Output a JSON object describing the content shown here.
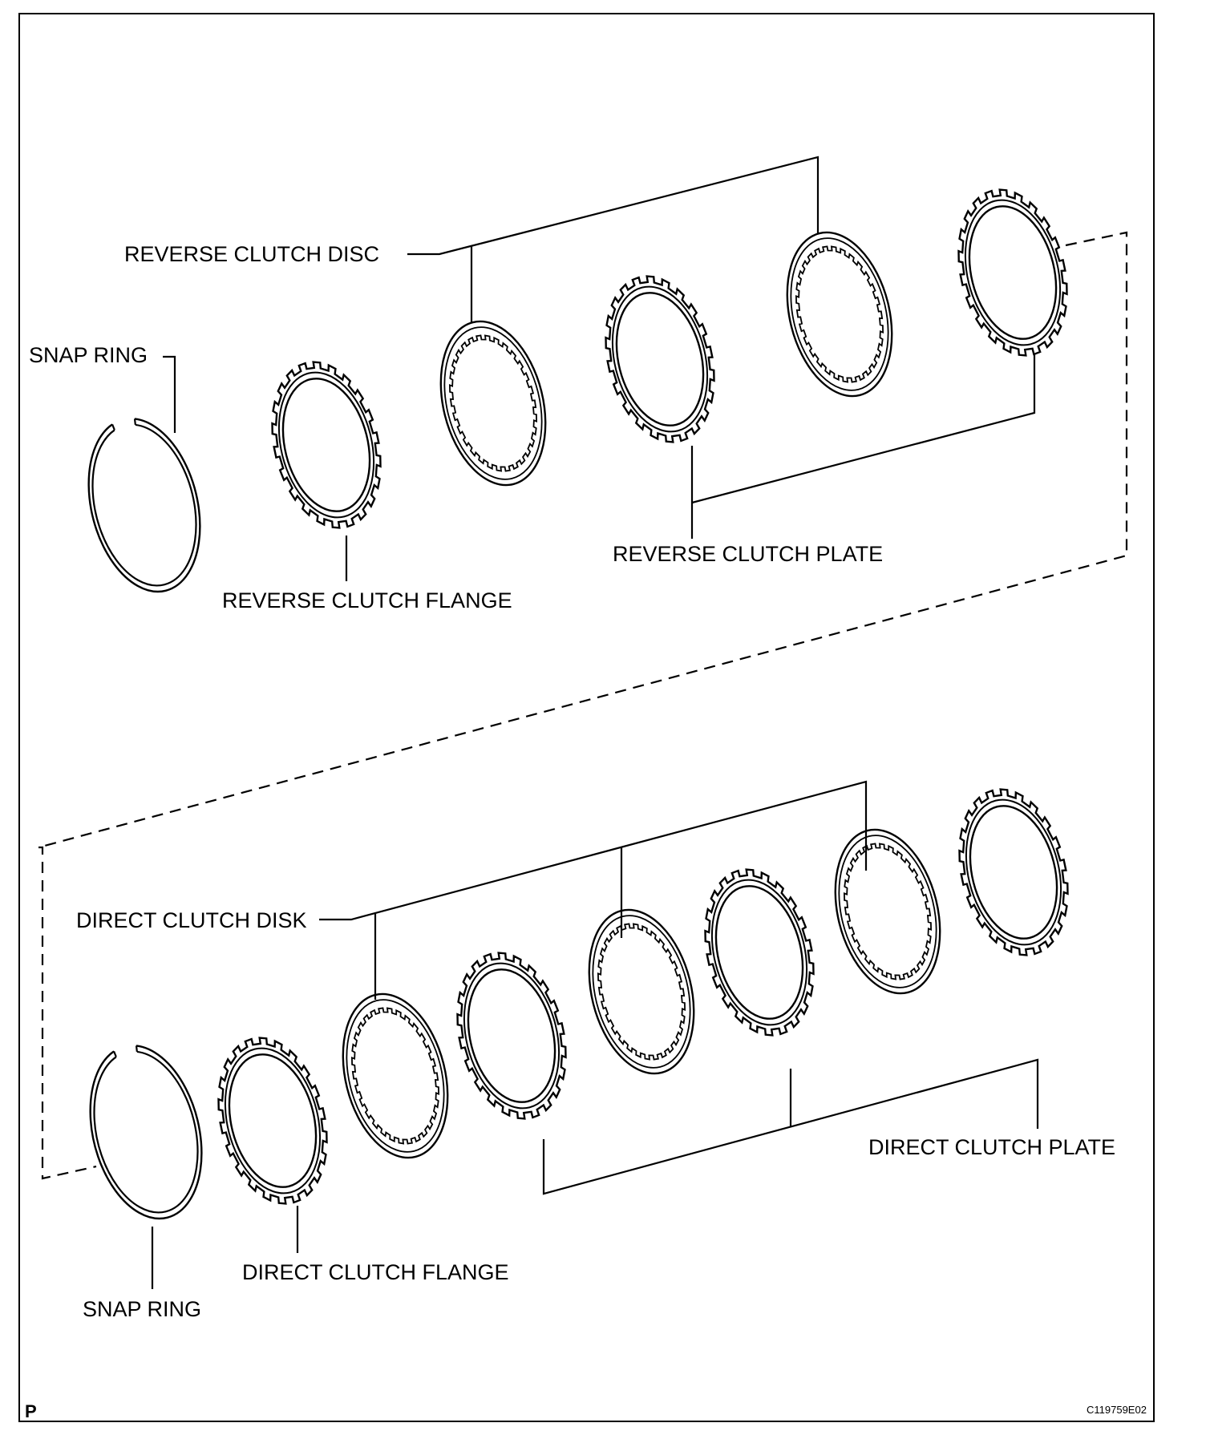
{
  "labels": {
    "upper_snap_ring": "SNAP RING",
    "reverse_clutch_disc": "REVERSE CLUTCH DISC",
    "reverse_clutch_flange": "REVERSE CLUTCH FLANGE",
    "reverse_clutch_plate": "REVERSE CLUTCH PLATE",
    "direct_clutch_disk": "DIRECT CLUTCH DISK",
    "direct_clutch_flange": "DIRECT CLUTCH FLANGE",
    "direct_clutch_plate": "DIRECT CLUTCH PLATE",
    "lower_snap_ring": "SNAP RING"
  },
  "corner_mark": "P",
  "figure_code": "C119759E02",
  "colors": {
    "line": "#000000",
    "background": "#ffffff"
  }
}
